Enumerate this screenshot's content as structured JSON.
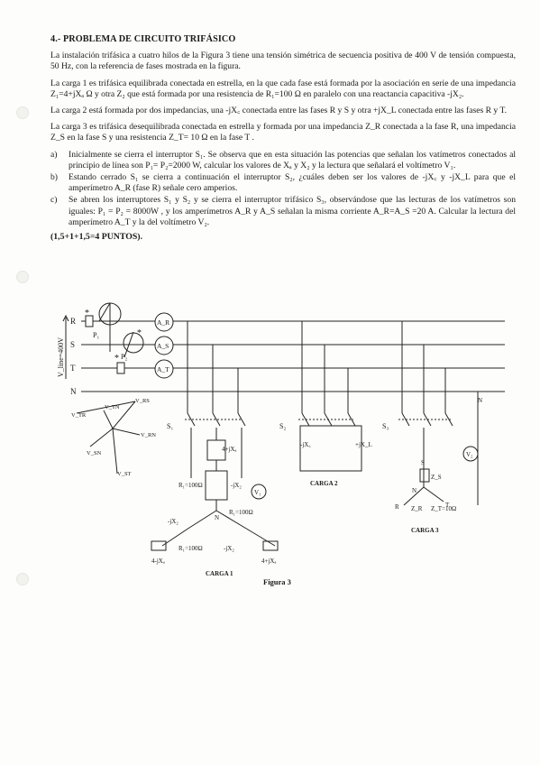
{
  "problem": {
    "title": "4.- PROBLEMA DE CIRCUITO TRIFÁSICO",
    "paragraphs": [
      "La instalación trifásica a cuatro hilos de la Figura 3 tiene una tensión simétrica de secuencia positiva de 400 V de tensión compuesta, 50 Hz, con la referencia de fases mostrada en la figura.",
      "La carga 1 es trifásica equilibrada conectada en estrella, en la que cada fase está formada por la asociación en serie de una impedancia Z₁=4+jXₐ Ω y otra Z₂ que está formada por una resistencia de R₁=100 Ω en paralelo con una reactancia capacitiva -jX₂.",
      "La carga 2 está formada por dos impedancias, una -jX꜀ conectada entre las fases R y S y otra +jX_L conectada entre las fases R y T.",
      "La carga 3 es trifásica desequilibrada conectada en estrella y formada por una impedancia Z_R conectada a la fase R, una impedancia Z_S en la fase S y una resistencia Z_T= 10 Ω en la fase T ."
    ],
    "items": [
      {
        "label": "a)",
        "text": "Inicialmente se cierra el interruptor S₁. Se observa que en esta situación las potencias que señalan los vatímetros conectados al principio de línea son P₁= P₂=2000 W, calcular los valores de Xₐ y X₂ y la lectura que señalará el voltímetro V₁."
      },
      {
        "label": "b)",
        "text": "Estando cerrado S₁ se cierra a continuación el interruptor S₂, ¿cuáles deben ser los valores de -jX꜀ y -jX_L para que el amperímetro A_R (fase R) señale cero amperios."
      },
      {
        "label": "c)",
        "text": "Se abren los interruptores S₁ y S₂ y se cierra el interruptor trifásico S₃, observándose que las lecturas de los vatímetros son iguales: P₁ = P₂ = 8000W , y los amperímetros A_R y A_S señalan la misma corriente A_R=A_S =20 A. Calcular la lectura del amperímetro A_T y la del voltímetro V₂."
      }
    ],
    "points": "(1,5+1+1,5=4 PUNTOS)."
  },
  "figure": {
    "caption": "Figura 3",
    "lines": {
      "R": "R",
      "S": "S",
      "T": "T",
      "N": "N"
    },
    "vline": "V_line=400V",
    "meters": {
      "p1": "P₁",
      "p2": "P₂",
      "ar": "A_R",
      "as": "A_S",
      "at": "A_T",
      "v1": "V₁",
      "v2": "V₂",
      "star": "*"
    },
    "switches": {
      "s1": "S₁",
      "s2": "S₂",
      "s3": "S₃"
    },
    "phasors": {
      "vrn": "V_RN",
      "vrs": "V_RS",
      "vtr": "V_TR",
      "vsn": "V_SN",
      "vtn": "V_TN",
      "vst": "V_ST"
    },
    "carga1": {
      "label": "CARGA 1",
      "z1": "4+jXₐ",
      "r1": "R₁=100Ω",
      "xb": "-jX₂",
      "n": "N",
      "r1b": "R₁=100Ω",
      "xb2": "-jX₂",
      "r1c": "R₁=100Ω",
      "xb3": "-jX₂",
      "z1b": "4-jXₐ",
      "z1c": "4+jXₐ"
    },
    "carga2": {
      "label": "CARGA 2",
      "xc": "-jX꜀",
      "xl": "+jX_L"
    },
    "carga3": {
      "label": "CARGA 3",
      "s": "S",
      "zs": "Z_S",
      "n": "N",
      "r": "R",
      "zr": "Z_R",
      "zt": "Z_T=10Ω",
      "t": "T"
    }
  }
}
